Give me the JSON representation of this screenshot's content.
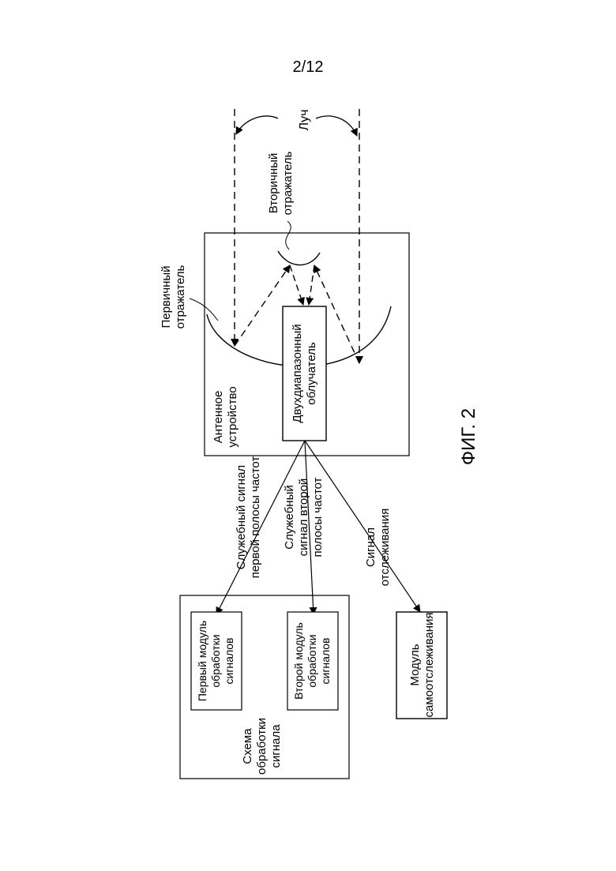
{
  "page_number": "2/12",
  "figure_label": "ФИГ. 2",
  "labels": {
    "beam": "Луч",
    "secondary_reflector": [
      "Вторичный",
      "отражатель"
    ],
    "primary_reflector": [
      "Первичный",
      "отражатель"
    ],
    "antenna_device": [
      "Антенное",
      "устройство"
    ],
    "dual_band_feed": [
      "Двухдиапазонный",
      "облучатель"
    ],
    "service_signal_band1": [
      "Служебный сигнал",
      "первой полосы частот"
    ],
    "service_signal_band2": [
      "Служебный",
      "сигнал второй",
      "полосы частот"
    ],
    "tracking_signal": [
      "Сигнал",
      "отслеживания"
    ],
    "first_module": [
      "Первый модуль",
      "обработки",
      "сигналов"
    ],
    "second_module": [
      "Второй модуль",
      "обработки",
      "сигналов"
    ],
    "signal_processing_circuit": [
      "Схема",
      "обработки",
      "сигнала"
    ],
    "autotracking_module": [
      "Модуль",
      "самоотслеживания"
    ]
  }
}
